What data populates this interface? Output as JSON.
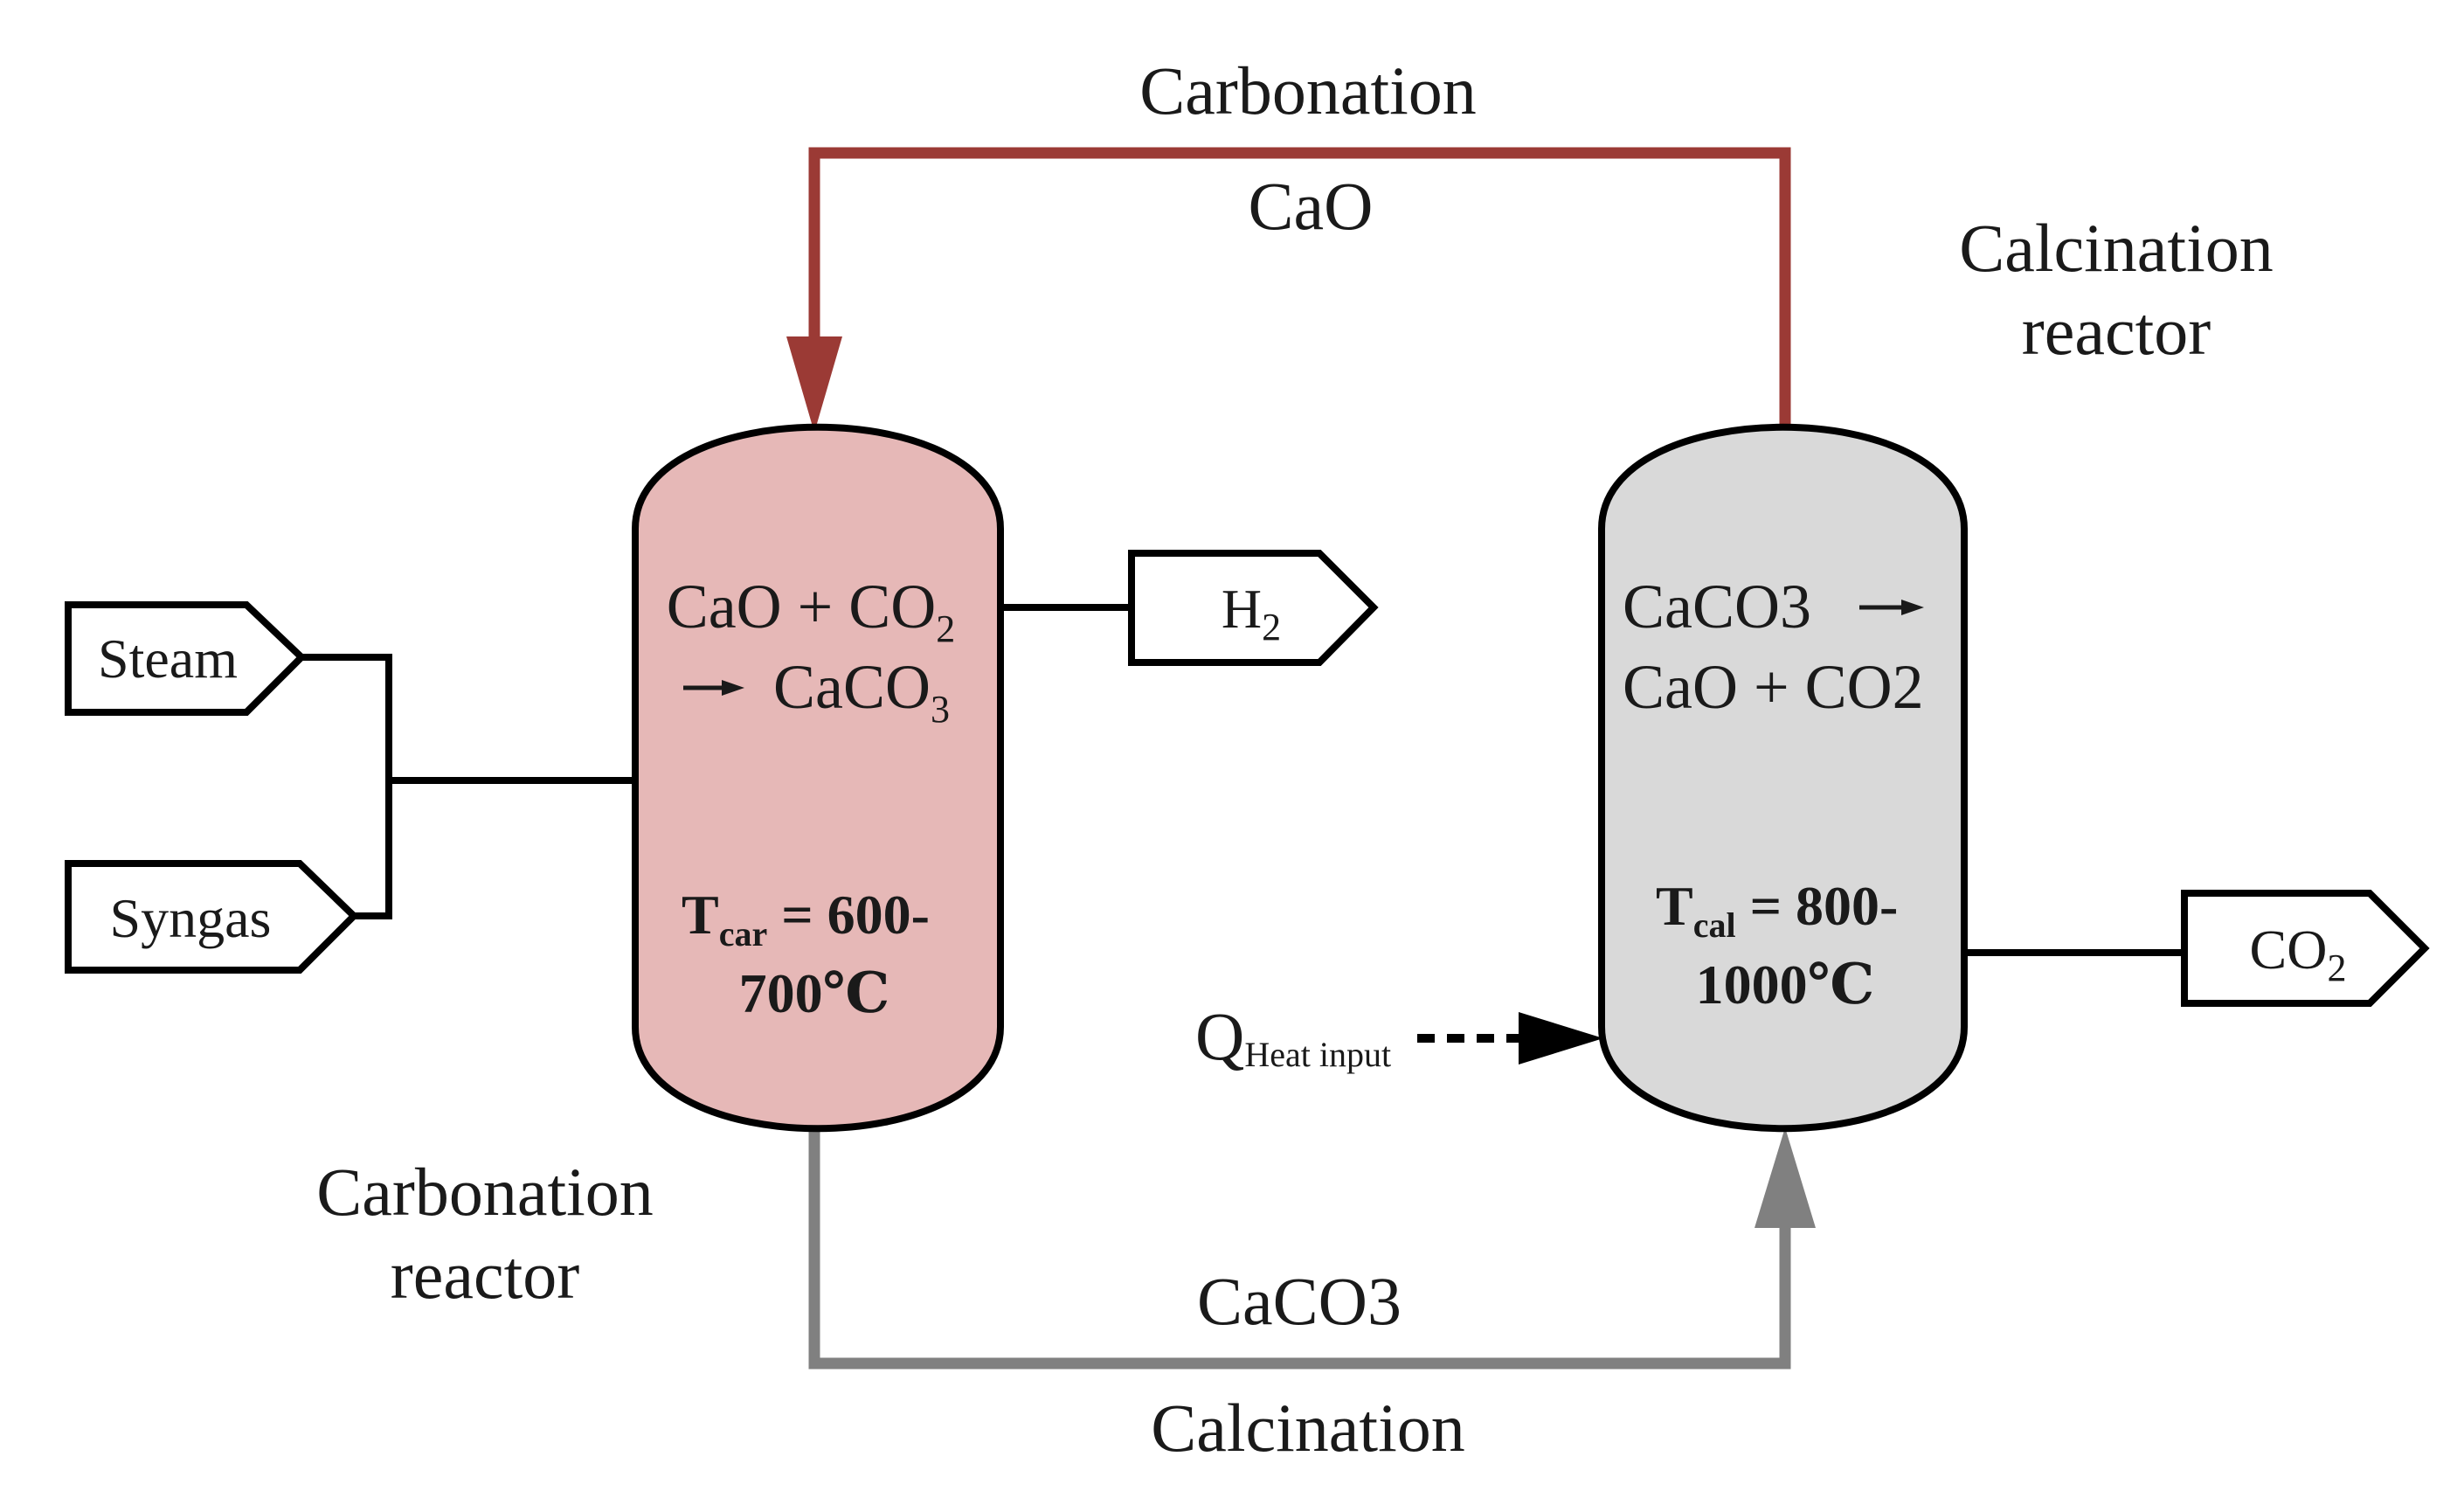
{
  "labels": {
    "carbonation_top": "Carbonation",
    "cao_stream": "CaO",
    "calcination_reactor_line1": "Calcination",
    "calcination_reactor_line2": "reactor",
    "carbonation_reactor_line1": "Carbonation",
    "carbonation_reactor_line2": "reactor",
    "caco3_stream": "CaCO3",
    "calcination_bottom": "Calcination"
  },
  "inputs": {
    "steam": "Steam",
    "syngas": "Syngas"
  },
  "outputs": {
    "h2_main": "H",
    "h2_sub": "2",
    "co2_main": "CO",
    "co2_sub": "2"
  },
  "carbonation_reactor": {
    "reaction_line1_a": "CaO + CO",
    "reaction_line1_sub": "2",
    "reaction_line2_a": "CaCO",
    "reaction_line2_sub": "3",
    "temp_prefix": "T",
    "temp_sub": "car",
    "temp_line1": " = 600-",
    "temp_line2": "700℃"
  },
  "calcination_reactor": {
    "reaction_line1": "CaCO3",
    "reaction_line2": "CaO + CO2",
    "temp_prefix": "T",
    "temp_sub": "cal",
    "temp_line1": " = 800-",
    "temp_line2": "1000℃"
  },
  "heat": {
    "symbol": "Q",
    "sub": "Heat input"
  },
  "colors": {
    "carbonation_fill": "#e6b8b7",
    "calcination_fill": "#d9d9d9",
    "cao_line": "#9b3a35",
    "caco3_line": "#808080",
    "outline": "#000000"
  }
}
